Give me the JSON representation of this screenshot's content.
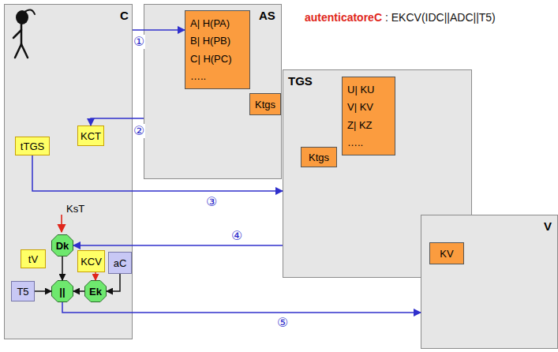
{
  "diagram": {
    "nodes": [
      {
        "text": [
          "C"
        ]
      },
      {
        "text": [
          "AS"
        ]
      },
      {
        "text": [
          "A| H(PA)",
          "B| H(PB)",
          "C| H(PC)",
          "….."
        ],
        "in": 1
      },
      {
        "text": [
          "Ktgs"
        ],
        "in": 1
      },
      {
        "text": [
          "TGS"
        ]
      },
      {
        "text": [
          "U| KU",
          "V| KV",
          "Z| KZ",
          "….."
        ],
        "in": 4
      },
      {
        "text": [
          "Ktgs"
        ],
        "in": 4
      },
      {
        "text": [
          "V"
        ]
      },
      {
        "text": [
          "KV"
        ],
        "in": 7
      },
      {
        "text": [
          "KCT"
        ],
        "in": 0
      },
      {
        "text": [
          "tTGS"
        ],
        "in": 0
      },
      {
        "text": [
          "Dk"
        ],
        "in": 0
      },
      {
        "text": [
          "tV"
        ],
        "in": 0
      },
      {
        "text": [
          "KCV"
        ],
        "in": 0
      },
      {
        "text": [
          "aC"
        ],
        "in": 0
      },
      {
        "text": [
          "T5"
        ],
        "in": 0
      },
      {
        "text": [
          "||"
        ],
        "in": 0
      },
      {
        "text": [
          "Ek"
        ],
        "in": 0
      }
    ],
    "edges": [
      {
        "from": 0,
        "to": 2,
        "arrow": "to",
        "label": "①"
      },
      {
        "from": 1,
        "to": 9,
        "arrow": "to",
        "label": "②"
      },
      {
        "from": 10,
        "to": 4,
        "arrow": "to",
        "label": "③"
      },
      {
        "from": 4,
        "to": 11,
        "arrow": "to",
        "label": "④"
      },
      {
        "from": 16,
        "to": 7,
        "arrow": "to",
        "label": "⑤"
      },
      {
        "from": 11,
        "to": 16,
        "arrow": "to"
      },
      {
        "from": 13,
        "to": 17,
        "arrow": "to"
      },
      {
        "from": 14,
        "to": 17,
        "arrow": "to"
      },
      {
        "from": 17,
        "to": 16,
        "arrow": "to"
      },
      {
        "from": 15,
        "to": 16,
        "arrow": "to"
      }
    ],
    "labels": [
      "autenticatoreC",
      ": EKCV(IDC||ADC||T5)",
      "KsT"
    ]
  }
}
